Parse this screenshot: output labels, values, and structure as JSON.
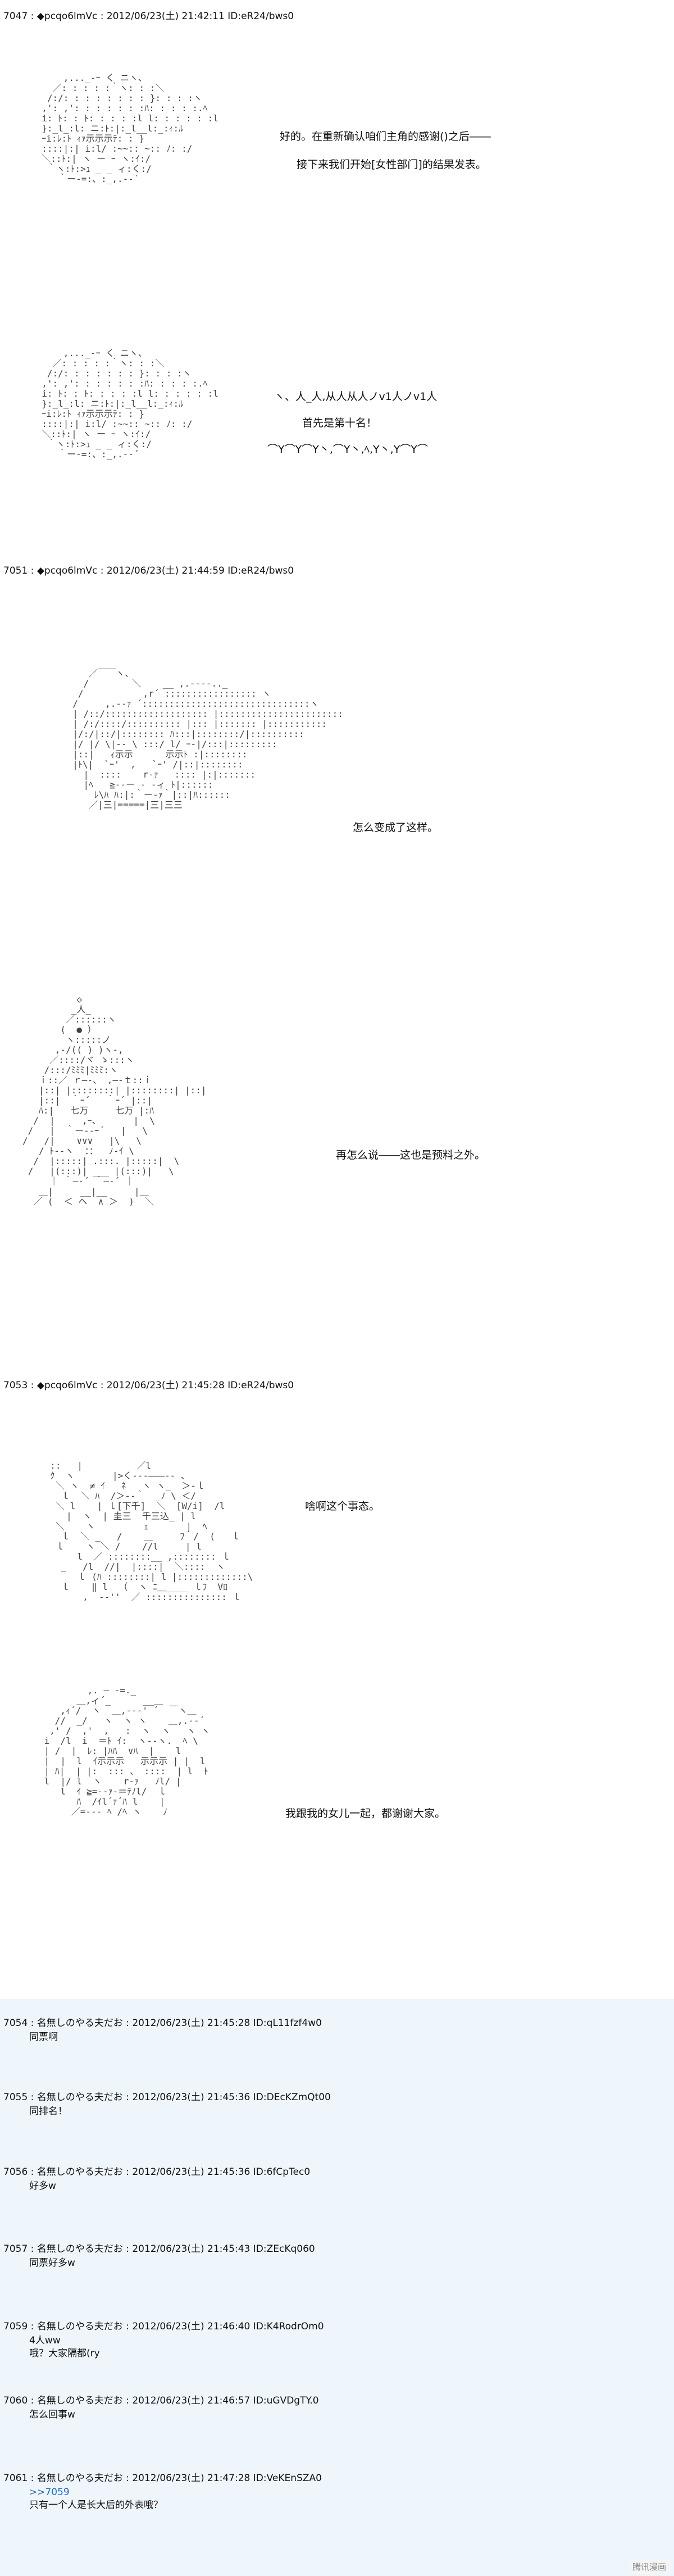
{
  "posts": [
    {
      "number": "7047",
      "name": "◆pcqo6lmVc",
      "date": "2012/06/23(土) 21:42:11",
      "id": "ID:eR24/bws0",
      "panels": [
        {
          "art": "      ,..._-ｰ く ニヽ、\n    ／: : : : :｀ヽ: : :＼\n   /:/: : : : : : : : }: : : :ヽ\n  ,': ,': : : : : : :ﾊ: : : : :.ﾍ\n  i: ﾄ: : ﾄ: : : : :l l: : : : : :l\n  }:_l_:l: ニ:ﾄ:|:_l__l:_:ｨ:ﾙ\n  ｰi:ﾚ:ﾄ ｨｧ示示示ﾃ: : }\n  ::::|:| i:l/ :~~:: ~:: ﾉ: :/\n  ＼::ﾄ:| ヽ ー ｰ ヽ:ｲ:/\n   ｀ヽ:ﾄ:>ｭ _ _ ィ:く:/\n     ｀ー-=:、:_,.-‐´",
          "lines": [
            "好的。在重新确认咱们主角的感谢()之后――",
            "接下来我们开始[女性部门]的结果发表。"
          ]
        },
        {
          "art": "      ,..._-ｰ く ニヽ、\n    ／: : : : :｀ヽ: : :＼\n   /:/: : : : : : : }: : : :ヽ\n  ,': ,': : : : : : :ﾊ: : : : :.ﾍ\n  i: ﾄ: : ﾄ: : : : :l l: : : : : :l\n  }:_l_:l: ニ:ﾄ:|:_l__l:_:ｨ:ﾙ\n  ｰi:ﾚ:ﾄ ｨｧ示示示ﾃ: : }\n  ::::|:| i:l/ :~~:: ~:: ﾉ: :/\n  ＼::ﾄ:| ヽ ー ｰ ヽ:ｲ:/\n   ｀ヽ:ﾄ:>ｭ _ _ ィ:く:/\n     ｀ー-=:、:_,.-‐´",
          "lines": [
            "ヽ、人_人,从人从人ノv1人ノv1人",
            "首先是第十名！",
            "⌒Y⌒Y⌒Y丶,⌒Y丶,ﾍ,Y丶,Y⌒Y⌒"
          ]
        }
      ]
    },
    {
      "number": "7051",
      "name": "◆pcqo6lmVc",
      "date": "2012/06/23(土) 21:44:59",
      "id": "ID:eR24/bws0",
      "panels": [
        {
          "art": "     ／￣￣ヽ、\n    /        ＼    __ ,.-‐‐-.._\n   /           ,r´ ::::::::::::::::: ヽ\n  /     ,.-‐ｧ ´:::::::::::::::::::::::::::::::ヽ\n  | /::/::::::::::::::::::: |:::::::::::::::::::::::\n  | /:/::::/:::::::::: |::: |::::::: |:::::::::::\n  |/:/|::/|:::::::: ﾊ:::|::::::::/|::::::::::\n  |/ |/ \\|-‐ \\ :::/ l/ ｰ-|/:::|:::::::::\n  |::|   ｨ示示      示示ﾄ :|::::::::\n  |ﾄ\\|  `ｰ'  ,   `ｰ' /|::|::::::::\n    |  ::::    r‐ｧ   :::: |:|:::::::\n    |ﾍ   ≧‐-ー ‐ ‐ィ ﾄ|::::::\n      ﾚ\\ﾊ ﾊ:|:｀ー‐ｧ｀|::|ﾊ::::::\n     ／|三|=====|三|三三",
          "lines": [
            "怎么变成了这样。"
          ]
        },
        {
          "art": "          ◇\n         _人_\n        ／::::::ヽ\n       (  ● ）\n        ヽ:::::ノ\n      ,-/(( ) )ヽ-,\n     ／::::/ヾ ゝ:::ヽ\n    /:::/ﾐﾐﾐ|ﾐﾐﾐ:ヽ\n   ｉ::／ ｒ―-、 ,―‐ｔ::ｉ\n   |::| |::::::::| |::::::::| |::|\n   |::|  ｀ｰ´   ｀ｰ´ |::|\n   ﾊ:|   七万     七万 |:ﾊ\n  /  |     ,ｰ、      |  \\\n /   |  ｀ー-‐ｰ´   |   \\\n/   /|    ∨∨∨   |\\   \\\n   / ﾄ-‐ヽ  ：：  ﾉ-ｲ \\\n  /  |:::::| .:::. |:::::|  \\\n /   |(:::)| ___ |(:::)|   \\\n     ｜ ｀―‐´ ｀―‐´ ｜\n   ＿|     __|__     |＿\n  ／ (  ＜ ヘ  ∧ ＞  )  ＼",
          "lines": [
            "再怎么说――这也是预料之外。"
          ]
        }
      ]
    },
    {
      "number": "7053",
      "name": "◆pcqo6lmVc",
      "date": "2012/06/23(土) 21:45:28",
      "id": "ID:eR24/bws0",
      "panels": [
        {
          "art": "  ::   |          ／l\n  ｸ  ヽ       |>く-‐‐―――‐- 、\n   ＼ ヽ  ≠ ｲ   ﾈ   ヽ ヽ_  ＞-ｌ\n    ｌ  ＼ ﾊ  /＞-‐｀  _ﾉ \\ ＜/\n   ＼ l    | ｌ[下千]  ＼  [W/i]  /l\n     |  ヽ  | 圭三  千三込_ | l\n   ＼    ヽ         ｪ       |  ﾍ\n    ｌ  ＼ _   /    ＿     ﾌ｀/  (   ｌ\n   ｌ    ヽ ＼ /    //l     | l\n       l  ／ ::::::::__ ,:::::::: ｌ\n    _   /l  //|  |::::|  ＼::::  ヽ\n       ｌ (ﾊ ::::::::| l |:::::::::::::\\\n    ｌ    ‖ l  （  ヽ ﾆ＿____ ｌﾌ  Vﾛ\n        ,  --''  ／ ::::::::::::::: ｌ",
          "lines": [
            "啥啊这个事态。"
          ]
        },
        {
          "art": "            ,. ― -=._\n          ＿,ィ´_      __＿\n       ,ｨ´/  ヽ  ＿,-‐‐' ´  ￣ヽ＿\n      //  _/   ヽ  ヽ ヽ    ＿,.-‐´\n     ,' /  ,'  ,   :  ヽ  ヽ   ヽ ヽ\n    i  /l  i  ＝ﾄ ｲ:  ヽ-‐ヽ.  ﾍ \\\n    | /  |  ﾚ: |ﾊﾊ  ∨ﾊ  |    l\n    |  |  l  ｲ示示示   示示示 | |  l\n    | ﾊ|  | |:  ::: 、 ::::  | l  ﾄ\n    l  |/ l  ヽ    r‐ｧ   ﾉl/ |\n       l  ｲ ≧=-‐ｧ-＝ﾃﾉl/  ｌ\n          ﾊ  /ｲl´ｧ´ﾊ l    |\n         ／=-‐‐ ﾍ /ﾍ ヽ    ﾉ",
          "lines": [
            "我跟我的女儿一起，都谢谢大家。"
          ]
        }
      ]
    }
  ],
  "replies": [
    {
      "number": "7054",
      "name": "名無しのやる夫だお",
      "date": "2012/06/23(土) 21:45:28",
      "id": "ID:qL11fzf4w0",
      "body": [
        "同票啊"
      ]
    },
    {
      "number": "7055",
      "name": "名無しのやる夫だお",
      "date": "2012/06/23(土) 21:45:36",
      "id": "ID:DEcKZmQt00",
      "body": [
        "同排名！"
      ]
    },
    {
      "number": "7056",
      "name": "名無しのやる夫だお",
      "date": "2012/06/23(土) 21:45:36",
      "id": "ID:6fCpTec0",
      "body": [
        "好多w"
      ]
    },
    {
      "number": "7057",
      "name": "名無しのやる夫だお",
      "date": "2012/06/23(土) 21:45:43",
      "id": "ID:ZEcKq060",
      "body": [
        "同票好多w"
      ]
    },
    {
      "number": "7059",
      "name": "名無しのやる夫だお",
      "date": "2012/06/23(土) 21:46:40",
      "id": "ID:K4RodrOm0",
      "body": [
        "4人ww",
        "哦？大家隔都(ry"
      ]
    },
    {
      "number": "7060",
      "name": "名無しのやる夫だお",
      "date": "2012/06/23(土) 21:46:57",
      "id": "ID:uGVDgTY.0",
      "body": [
        "怎么回事w"
      ]
    },
    {
      "number": "7061",
      "name": "名無しのやる夫だお",
      "date": "2012/06/23(土) 21:47:28",
      "id": "ID:VeKEnSZA0",
      "body": [
        ">>7059",
        "只有一个人是长大后的外表哦？"
      ]
    }
  ],
  "footer": {
    "label": "腾讯漫画"
  }
}
